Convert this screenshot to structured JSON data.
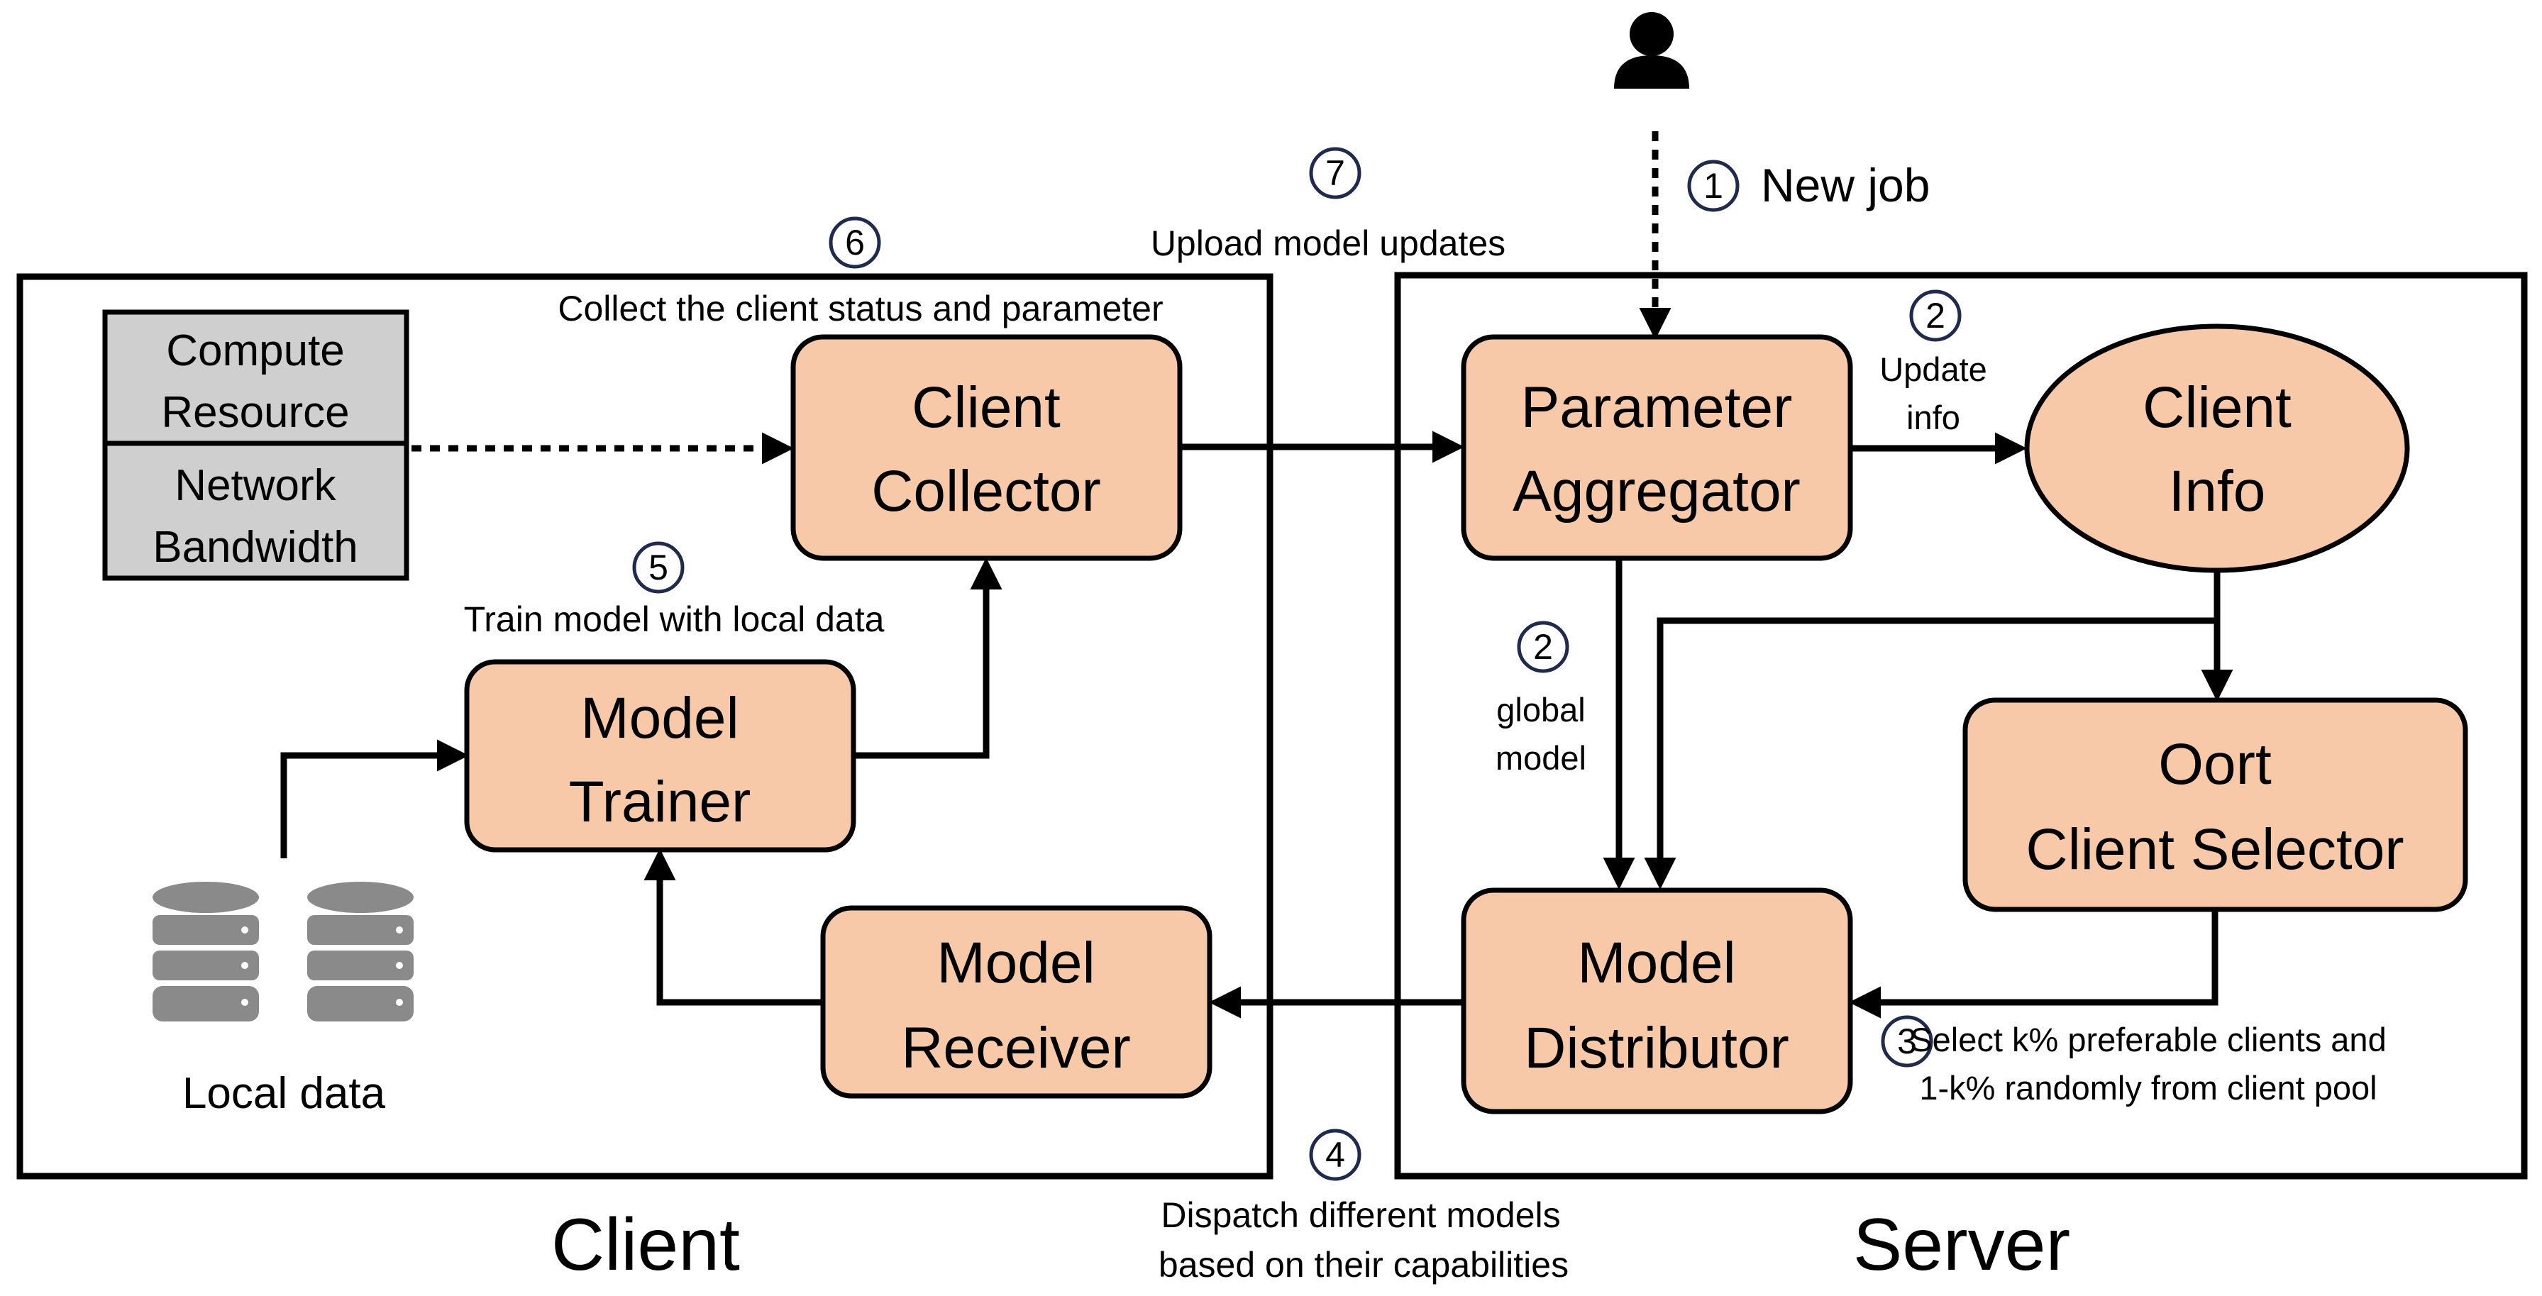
{
  "sections": {
    "client_label": "Client",
    "server_label": "Server"
  },
  "client_side": {
    "compute_resource": [
      "Compute",
      "Resource"
    ],
    "network_bandwidth": [
      "Network",
      "Bandwidth"
    ],
    "client_collector": [
      "Client",
      "Collector"
    ],
    "model_trainer": [
      "Model",
      "Trainer"
    ],
    "model_receiver": [
      "Model",
      "Receiver"
    ],
    "local_data_label": "Local data"
  },
  "server_side": {
    "parameter_aggregator": [
      "Parameter",
      "Aggregator"
    ],
    "client_info": [
      "Client",
      "Info"
    ],
    "oort_client_selector": [
      "Oort",
      "Client Selector"
    ],
    "model_distributor": [
      "Model",
      "Distributor"
    ]
  },
  "steps": {
    "s1": {
      "number": "1",
      "text": "New job"
    },
    "s2a": {
      "number": "2",
      "text": [
        "Update",
        "info"
      ]
    },
    "s2b": {
      "number": "2",
      "text": [
        "global",
        "model"
      ]
    },
    "s3": {
      "number": "3",
      "text": [
        "Select k% preferable clients and",
        "1-k% randomly from client pool"
      ]
    },
    "s4": {
      "number": "4",
      "text": [
        "Dispatch different models",
        "based on their capabilities"
      ]
    },
    "s5": {
      "number": "5",
      "text": "Train model with local data"
    },
    "s6": {
      "number": "6",
      "text": "Collect the client status and parameter"
    },
    "s7": {
      "number": "7",
      "text": "Upload model updates"
    }
  },
  "colors": {
    "box_fill": "#f7c9a9",
    "grey_fill": "#d0cfd0",
    "step_circle": "#1f2a4d",
    "db_icon": "#8a8a8a"
  },
  "icons": {
    "user": "person-icon",
    "database": "database-icon"
  }
}
